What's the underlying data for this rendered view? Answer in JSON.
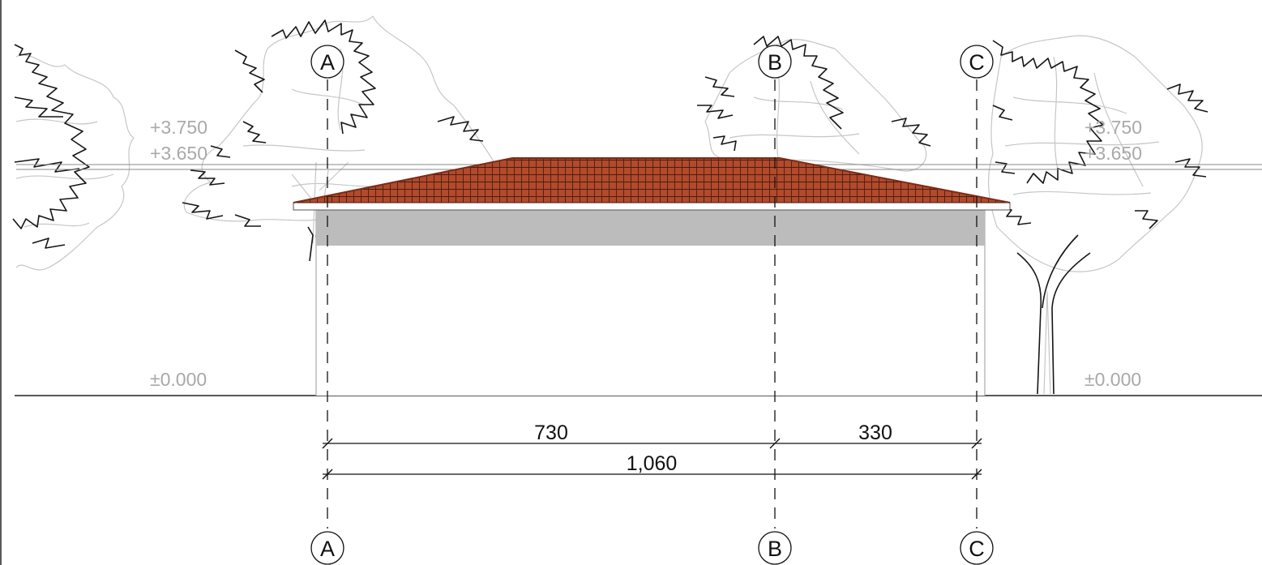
{
  "elevation": {
    "levels": {
      "ridge": "+3.750",
      "eave": "+3.650",
      "ground": "±0.000"
    },
    "grid_axes": [
      "A",
      "B",
      "C"
    ],
    "dimensions": {
      "span_ab": "730",
      "span_bc": "330",
      "overall": "1,060"
    },
    "colors": {
      "roof_tile": "#b24a2c",
      "tile_joint": "#4a1d10",
      "fascia_band": "#bcbcbc",
      "linework": "#111111",
      "level_text": "#a9a9a9",
      "tree_outline": "#151515",
      "tree_inner": "#c6c6c6"
    }
  }
}
